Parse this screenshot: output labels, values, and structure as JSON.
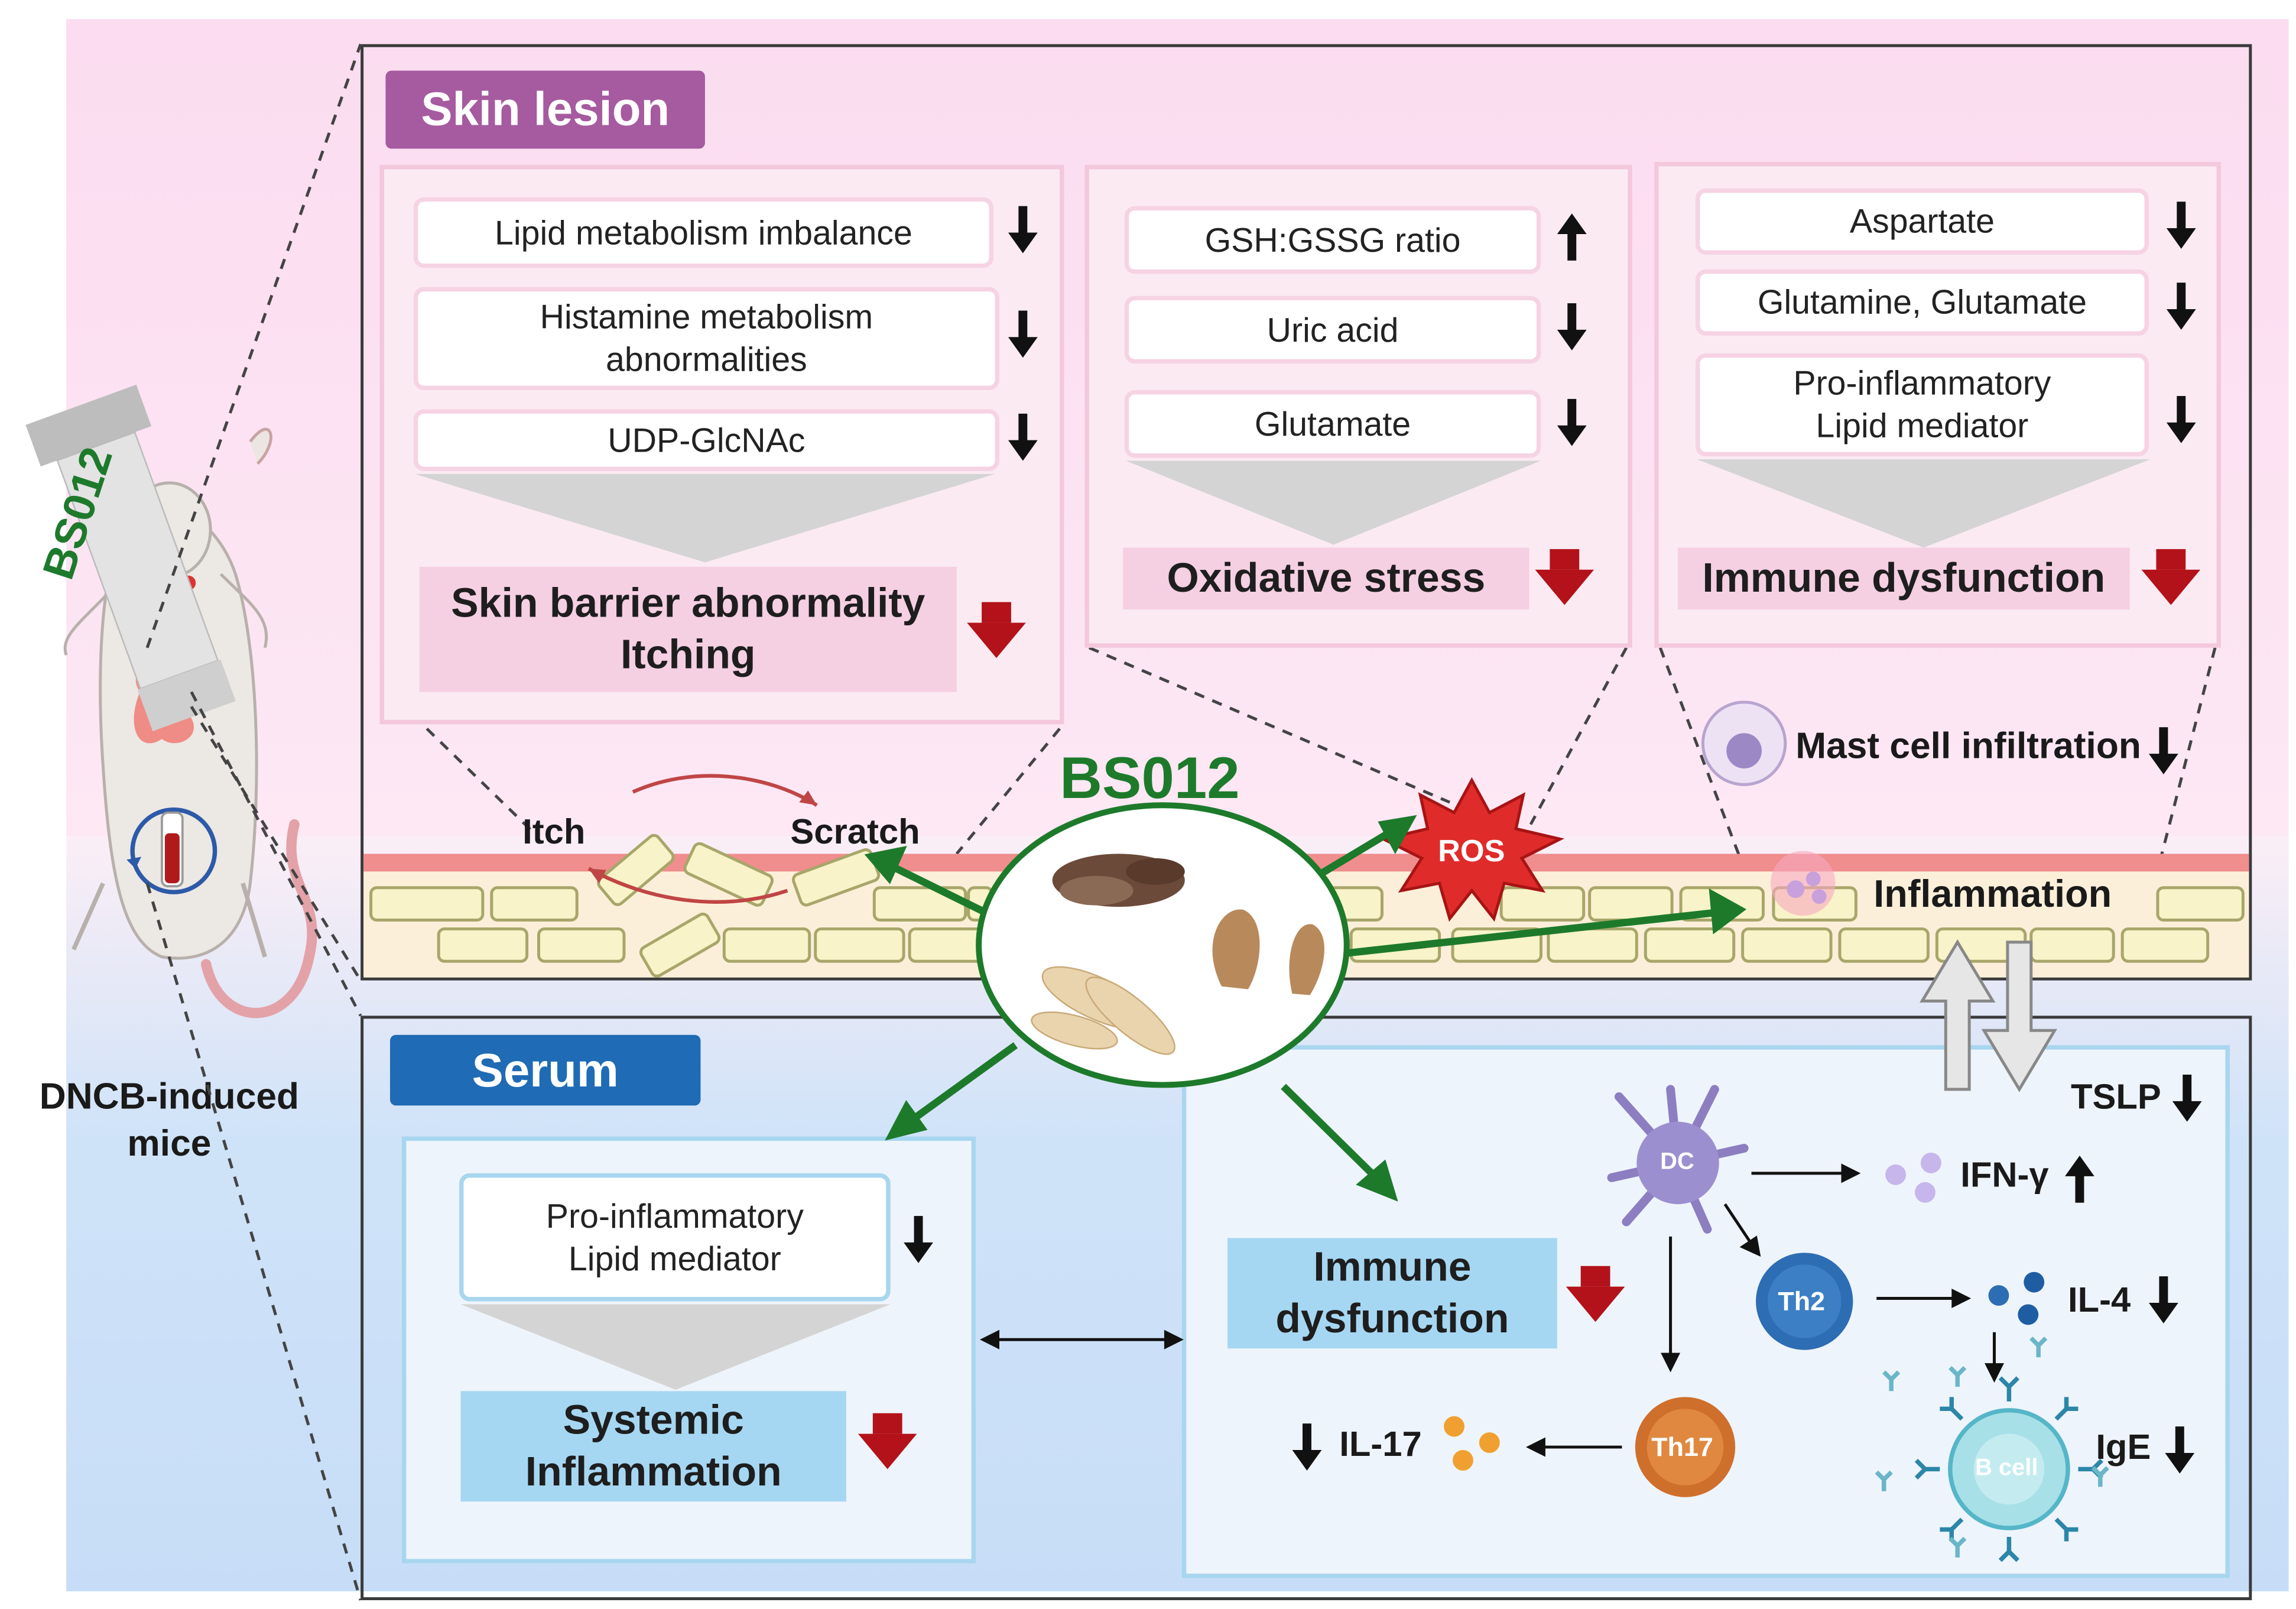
{
  "mouse": {
    "tube_label": "BS012",
    "caption": "DNCB-induced\nmice"
  },
  "skin_lesion": {
    "title": "Skin lesion",
    "panel1": {
      "items": [
        "Lipid metabolism imbalance",
        "Histamine metabolism\nabnormalities",
        "UDP-GlcNAc"
      ],
      "result": "Skin barrier abnormality\nItching"
    },
    "panel2": {
      "items": [
        "GSH:GSSG ratio",
        "Uric acid",
        "Glutamate"
      ],
      "result": "Oxidative stress"
    },
    "panel3": {
      "items": [
        "Aspartate",
        "Glutamine, Glutamate",
        "Pro-inflammatory\nLipid mediator"
      ],
      "result": "Immune dysfunction"
    },
    "labels": {
      "itch": "Itch",
      "scratch": "Scratch",
      "ros": "ROS",
      "mast": "Mast cell infiltration",
      "inflammation": "Inflammation"
    }
  },
  "center_label": "BS012",
  "serum": {
    "title": "Serum",
    "left": {
      "item": "Pro-inflammatory\nLipid mediator",
      "result": "Systemic\nInflammation"
    },
    "right": {
      "result": "Immune\ndysfunction",
      "cells": {
        "dc": "DC",
        "th2": "Th2",
        "th17": "Th17",
        "bcell": "B cell"
      },
      "cytokines": {
        "tslp": "TSLP",
        "ifng": "IFN-γ",
        "il4": "IL-4",
        "il17": "IL-17",
        "ige": "IgE"
      }
    }
  },
  "colors": {
    "skin_title": "#a65a9f",
    "serum_title": "#1f6bb5",
    "green": "#1d7a2b",
    "red_arrow": "#b3121a"
  }
}
